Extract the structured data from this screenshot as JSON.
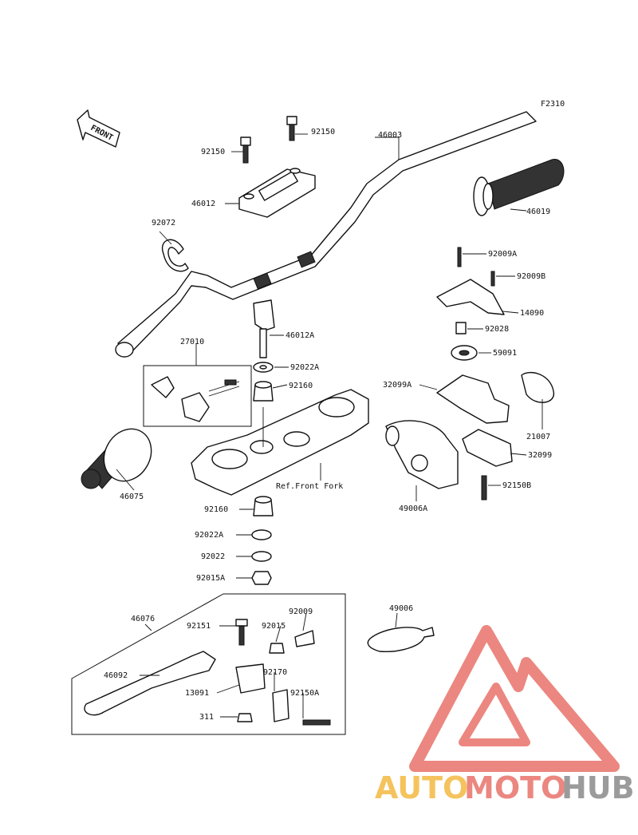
{
  "figure_code": "F2310",
  "direction_label": "FRONT",
  "reference_note": "Ref.Front Fork",
  "parts": {
    "p46003": "46003",
    "p46012": "46012",
    "p46012A": "46012A",
    "p46019": "46019",
    "p92150_top": "92150",
    "p92150_left": "92150",
    "p92072": "92072",
    "p27010": "27010",
    "p92009A": "92009A",
    "p92009B": "92009B",
    "p14090": "14090",
    "p92028": "92028",
    "p59091": "59091",
    "p32099A": "32099A",
    "p21007": "21007",
    "p32099": "32099",
    "p92150B": "92150B",
    "p49006A": "49006A",
    "p92022A_top": "92022A",
    "p92160_top": "92160",
    "p46075": "46075",
    "p92160_bot": "92160",
    "p92022A_bot": "92022A",
    "p92022": "92022",
    "p92015A": "92015A",
    "p46076": "46076",
    "p92151": "92151",
    "p92015": "92015",
    "p92009": "92009",
    "p49006": "49006",
    "p46092": "46092",
    "p92170": "92170",
    "p13091": "13091",
    "p92150A": "92150A",
    "p311": "311"
  },
  "watermark": {
    "part1": "AUTO",
    "part2": "MOTO",
    "part3": "HUB",
    "color_auto": "#f4b942",
    "color_moto": "#e8736a",
    "color_hub": "#8a8a8a",
    "logo_color": "#e8736a"
  }
}
